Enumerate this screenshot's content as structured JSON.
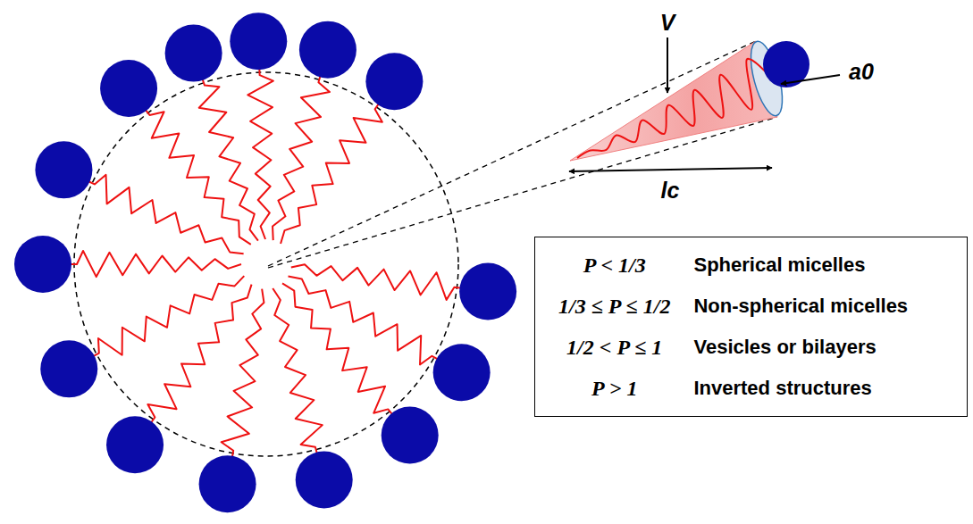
{
  "diagram": {
    "nodes": [
      {
        "text": [
          "P < 1/3",
          "Spherical micelles",
          "1/3 ≤ P ≤ 1/2",
          "Non-spherical micelles",
          "1/2 < P ≤ 1",
          "Vesicles or bilayers",
          "P > 1",
          "Inverted structures"
        ]
      }
    ],
    "labels": [
      "V",
      "a0",
      "lc"
    ]
  }
}
